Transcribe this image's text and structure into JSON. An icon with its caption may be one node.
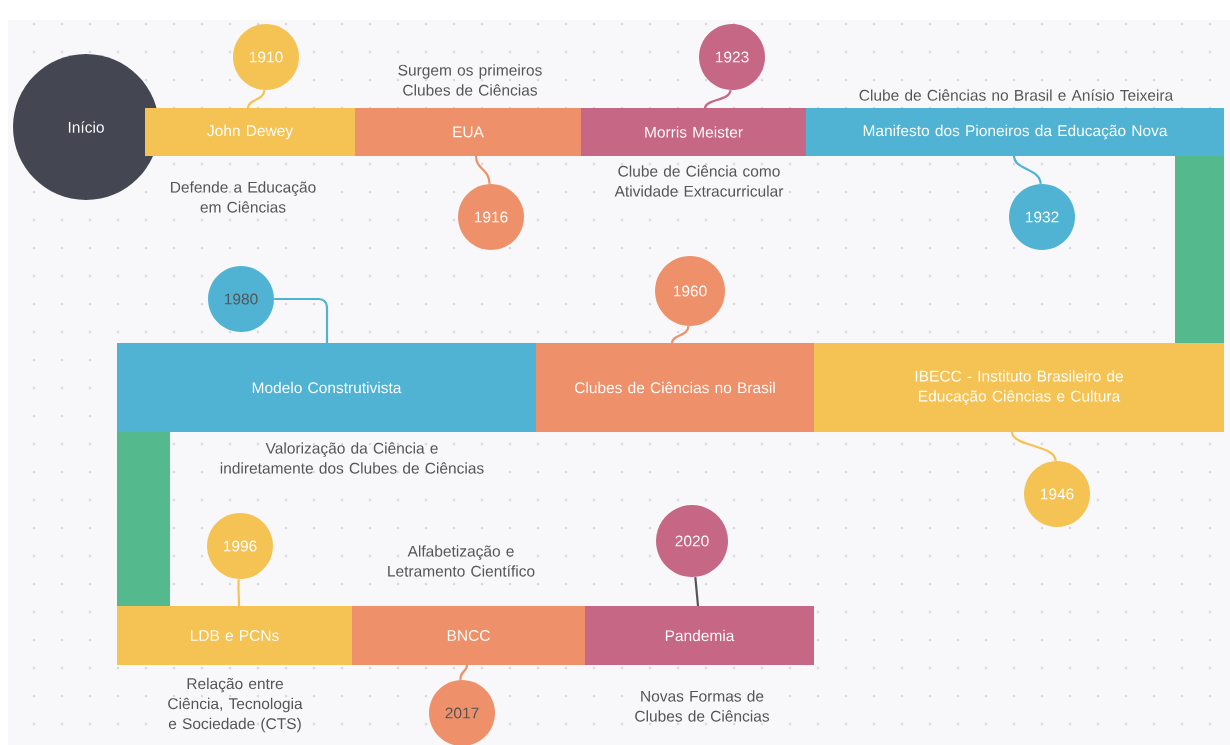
{
  "diagram": {
    "nodes": [
      {
        "text": [
          "Início"
        ]
      },
      {
        "text": [
          "1910"
        ]
      },
      {
        "text": [
          "John Dewey"
        ]
      },
      {
        "text": [
          "EUA"
        ],
        "beside": [
          "Surgem os primeiros Clubes de Ciências"
        ]
      },
      {
        "text": [
          "1916"
        ]
      },
      {
        "text": [
          "1923"
        ]
      },
      {
        "text": [
          "Morris Meister"
        ],
        "beside": [
          "Clube de Ciência como Atividade Extracurricular"
        ]
      },
      {
        "text": [
          "Manifesto dos Pioneiros da Educação Nova"
        ],
        "beside": [
          "Clube de Ciências no Brasil e Anísio Teixeira"
        ]
      },
      {
        "text": [
          "1932"
        ]
      },
      {
        "text": [
          "1980"
        ]
      },
      {
        "text": [
          "1960"
        ]
      },
      {
        "text": [
          "Modelo Construtivista"
        ],
        "beside": [
          "Valorização da Ciência e indiretamente dos Clubes de Ciências"
        ]
      },
      {
        "text": [
          "Clubes de Ciências no Brasil"
        ]
      },
      {
        "text": [
          "IBECC - Instituto Brasileiro de Educação Ciências e Cultura"
        ]
      },
      {
        "text": [
          "1946"
        ]
      },
      {
        "text": [
          "1996"
        ]
      },
      {
        "text": [
          "2020"
        ]
      },
      {
        "text": [
          "LDB e PCNs"
        ],
        "beside": [
          "Relação entre Ciência, Tecnologia e Sociedade (CTS)"
        ]
      },
      {
        "text": [
          "BNCC"
        ],
        "beside": [
          "Alfabetização e Letramento Científico"
        ]
      },
      {
        "text": [
          "Pandemia"
        ],
        "beside": [
          "Novas Formas de Clubes de Ciências"
        ]
      },
      {
        "text": [
          "2017"
        ]
      },
      {
        "text": [],
        "shape": "bar"
      },
      {
        "text": [],
        "shape": "bar"
      }
    ],
    "edges": [
      {
        "from": 1,
        "to": 2,
        "arrow": "none",
        "color": "#f4c354"
      },
      {
        "from": 4,
        "to": 3,
        "arrow": "none",
        "color": "#ee916a"
      },
      {
        "from": 5,
        "to": 6,
        "arrow": "none",
        "color": "#c66785"
      },
      {
        "from": 8,
        "to": 7,
        "arrow": "none",
        "color": "#50b3d3"
      },
      {
        "from": 9,
        "to": 11,
        "arrow": "none",
        "color": "#50b3d3"
      },
      {
        "from": 10,
        "to": 12,
        "arrow": "none",
        "color": "#ee916a"
      },
      {
        "from": 14,
        "to": 13,
        "arrow": "none",
        "color": "#f4c354"
      },
      {
        "from": 15,
        "to": 17,
        "arrow": "none",
        "color": "#f4c354"
      },
      {
        "from": 16,
        "to": 19,
        "arrow": "none",
        "color": "#555555"
      },
      {
        "from": 20,
        "to": 18,
        "arrow": "none",
        "color": "#ee916a"
      }
    ],
    "labels": [
      "Defende a Educação em Ciências"
    ]
  }
}
